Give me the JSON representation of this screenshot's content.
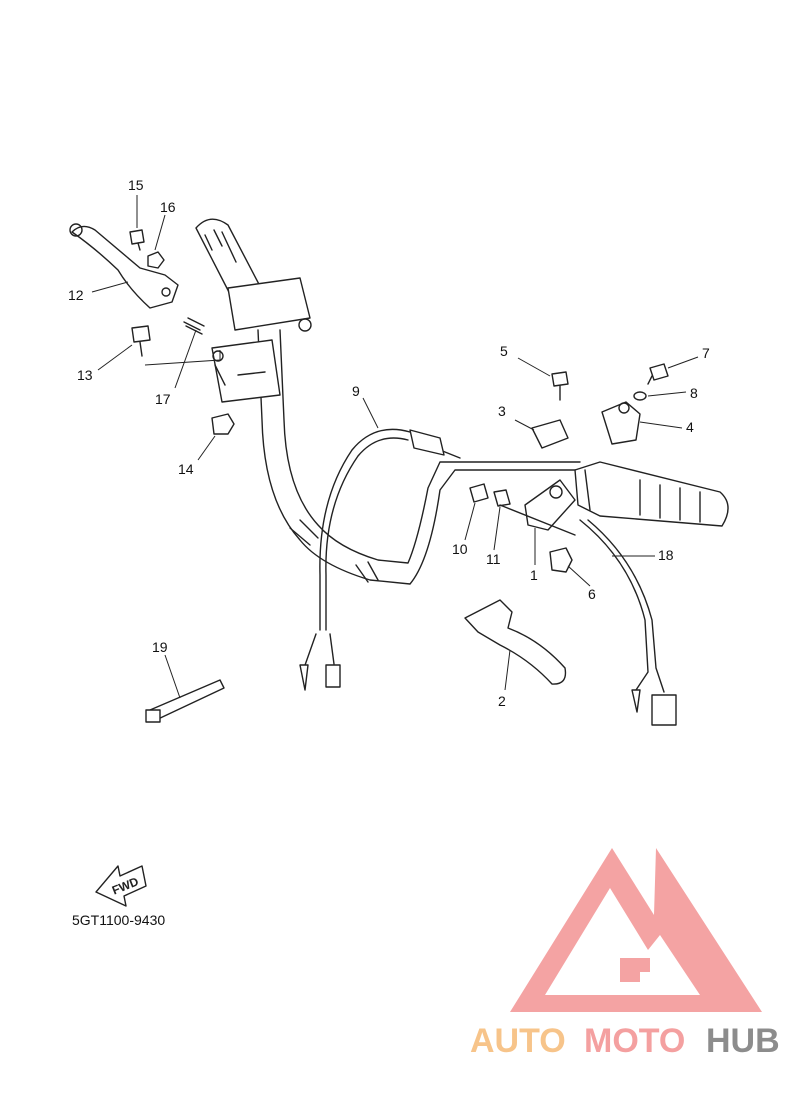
{
  "diagram": {
    "code": "5GT1100-9430",
    "fwd_label": "FWD",
    "callouts": [
      "1",
      "2",
      "3",
      "4",
      "5",
      "6",
      "7",
      "8",
      "9",
      "10",
      "11",
      "12",
      "13",
      "14",
      "15",
      "16",
      "17",
      "18",
      "19"
    ]
  },
  "watermark": {
    "part1": "AUTO",
    "part2": "MOTO",
    "part3": "HUB",
    "colors": {
      "auto": "#f7c48a",
      "moto": "#f4a0a0",
      "hub": "#8c8c8c",
      "logo": "#f4a3a3"
    }
  }
}
